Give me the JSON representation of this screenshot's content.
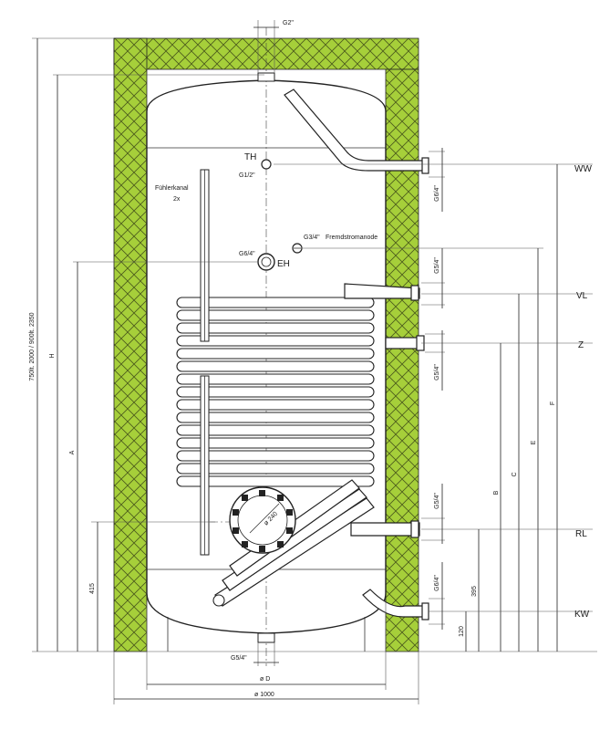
{
  "drawing": {
    "dimensions": {
      "total_height": "750lt. 2000 / 900lt. 2350",
      "H": "H",
      "A": "A",
      "B": "B",
      "C": "C",
      "E": "E",
      "F": "F",
      "h415": "415",
      "h395": "395",
      "h120": "120",
      "diameter_D": "ø D",
      "diameter_1000": "ø 1000",
      "flange": "ø 240"
    },
    "threads": {
      "top": "G2\"",
      "TH": "G1/2\"",
      "EH": "G6/4\"",
      "anode": "G3/4\"",
      "WW": "G6/4\"",
      "VL": "G5/4\"",
      "Z": "G5/4\"",
      "RL": "G5/4\"",
      "KW": "G6/4\"",
      "bottom": "G5/4\""
    },
    "labels": {
      "TH": "TH",
      "EH": "EH",
      "anode_text": "Fremdstromanode",
      "sensor_line1": "Fühlerkanal",
      "sensor_line2": "2x"
    },
    "connections": {
      "WW": "WW",
      "VL": "VL",
      "Z": "Z",
      "RL": "RL",
      "KW": "KW"
    },
    "colors": {
      "insulation": "#a6cf3a",
      "line": "#222222"
    }
  }
}
